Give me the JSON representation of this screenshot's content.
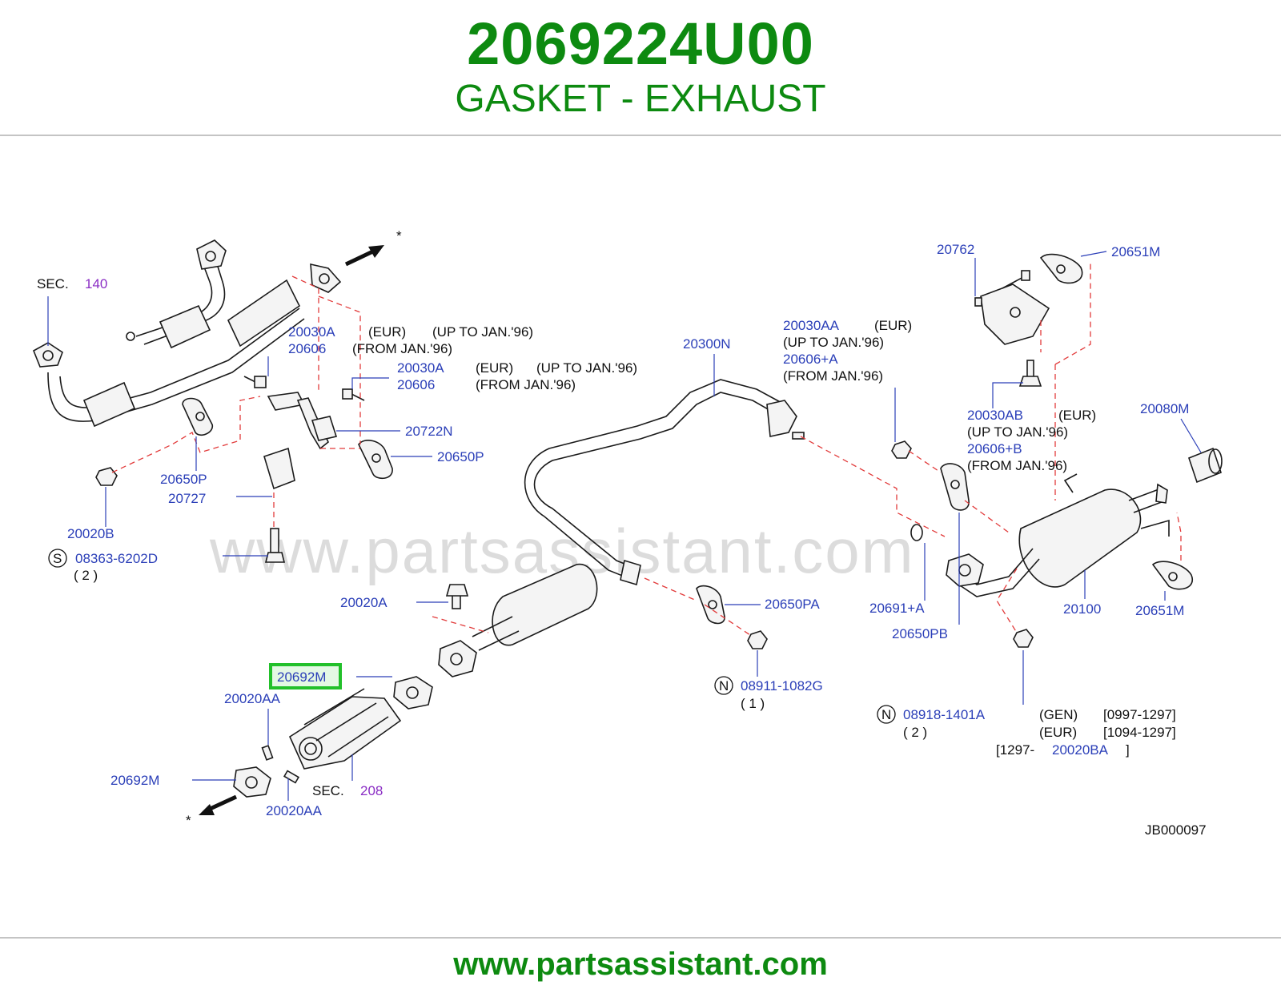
{
  "header": {
    "part_number": "2069224U00",
    "part_name": "GASKET - EXHAUST"
  },
  "watermark": "www.partsassistant.com",
  "footer": {
    "url": "www.partsassistant.com"
  },
  "diagram_code": "JB000097",
  "highlight": {
    "label": "20692M",
    "color": "#22c02a"
  },
  "colors": {
    "brand": "#0d8a10",
    "label": "#2b3fb8",
    "dash": "#e23b3b",
    "section": "#8a2dc4"
  },
  "texts": {
    "sec": "SEC.",
    "sec_140": "140",
    "sec_208": "208",
    "asterisk": "*",
    "eur": "(EUR)",
    "up_to": "(UP   TO   JAN.'96)",
    "from": "(FROM   JAN.'96)",
    "gen": "(GEN)",
    "qty1": "( 1 )",
    "qty2": "( 2 )",
    "s": "S",
    "n": "N",
    "r1": "[0997-1297]",
    "r2": "[1094-1297]",
    "r3_open": "[1297-",
    "r3_close": "]"
  },
  "labels": {
    "p20030A": "20030A",
    "p20606": "20606",
    "p20650P": "20650P",
    "p20727": "20727",
    "p20020B": "20020B",
    "p08363": "08363-6202D",
    "p20722N": "20722N",
    "p20300N": "20300N",
    "p20030AA": "20030AA",
    "p20606A": "20606+A",
    "p20762": "20762",
    "p20651M": "20651M",
    "p20030AB": "20030AB",
    "p20606B": "20606+B",
    "p20080M": "20080M",
    "p20020A": "20020A",
    "p20650PA": "20650PA",
    "p08911": "08911-1082G",
    "p20692M": "20692M",
    "p20020AA": "20020AA",
    "p20691A": "20691+A",
    "p20650PB": "20650PB",
    "p20100": "20100",
    "p08918": "08918-1401A",
    "p20020BA": "20020BA"
  }
}
